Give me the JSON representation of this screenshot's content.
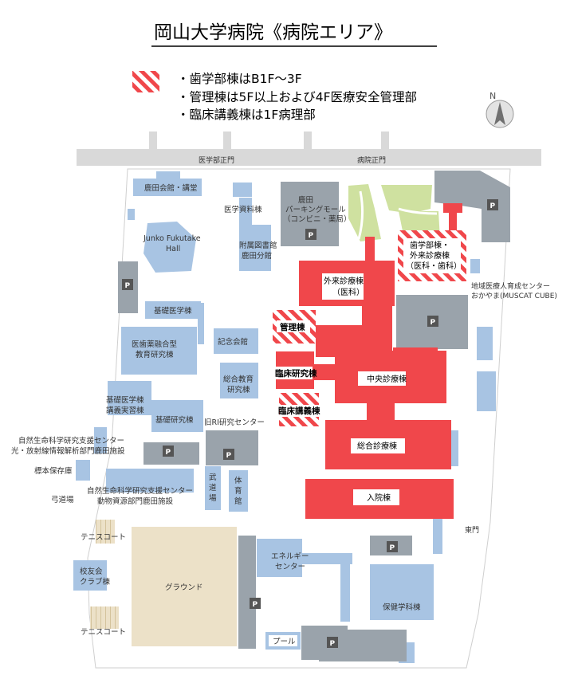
{
  "title": "岡山大学病院《病院エリア》",
  "legend": {
    "items": [
      "・歯学部棟はB1F〜3F",
      "・管理棟は5F以上および4F医療安全管理部",
      "・臨床講義棟は1F病理部"
    ]
  },
  "compass": {
    "label": "N"
  },
  "gates": {
    "med_main": "医学部正門",
    "hospital_main": "病院正門",
    "east": "東門"
  },
  "buildings": {
    "shikata_hall": "鹿田会館・講堂",
    "med_archive": "医学資料棟",
    "parking_mall_1": "鹿田",
    "parking_mall_2": "パーキングモール",
    "parking_mall_3": "（コンビニ・薬局）",
    "junko_1": "Junko Fukutake",
    "junko_2": "Hall",
    "library_1": "附属図書館",
    "library_2": "鹿田分館",
    "dental_1": "歯学部棟・",
    "dental_2": "外来診療棟",
    "dental_3": "（医科・歯科）",
    "outpatient_1": "外来診療棟",
    "outpatient_2": "（医科）",
    "muscat_1": "地域医療人育成センター",
    "muscat_2": "おかやま(MUSCAT CUBE)",
    "basic_med": "基礎医学棟",
    "admin": "管理棟",
    "kinen": "記念会館",
    "fusion_1": "医歯薬融合型",
    "fusion_2": "教育研究棟",
    "clinical_research": "臨床研究棟",
    "central": "中央診療棟",
    "general_edu_1": "総合教育",
    "general_edu_2": "研究棟",
    "lecture": "臨床講義棟",
    "basic_lecture_1": "基礎医学棟",
    "basic_lecture_2": "講義実習棟",
    "basic_research": "基礎研究棟",
    "old_ri": "旧RI研究センター",
    "general_clinic": "総合診療棟",
    "nat_sci_1_1": "自然生命科学研究支援センター",
    "nat_sci_1_2": "光・放射線情報解析部門鹿田施設",
    "specimen": "標本保存庫",
    "archery": "弓道場",
    "nat_sci_2_1": "自然生命科学研究支援センター",
    "nat_sci_2_2": "動物資源部門鹿田施設",
    "budo_1": "武",
    "budo_2": "道",
    "budo_3": "場",
    "gym_1": "体",
    "gym_2": "育",
    "gym_3": "館",
    "inpatient": "入院棟",
    "tennis_1": "テニスコート",
    "ground": "グラウンド",
    "energy_1": "エネルギー",
    "energy_2": "センター",
    "alumni_1": "校友会",
    "alumni_2": "クラブ棟",
    "health_sci": "保健学科棟",
    "tennis_2": "テニスコート",
    "pool": "プール"
  },
  "parking_label": "P",
  "colors": {
    "hospital_red": "#f0474b",
    "building_blue": "#a8c4e3",
    "building_gray": "#9aa3ab",
    "road_gray": "#d9d9d9",
    "ground_beige": "#ece1c8",
    "green": "#cfe1a0",
    "parking_dark": "#555555"
  }
}
